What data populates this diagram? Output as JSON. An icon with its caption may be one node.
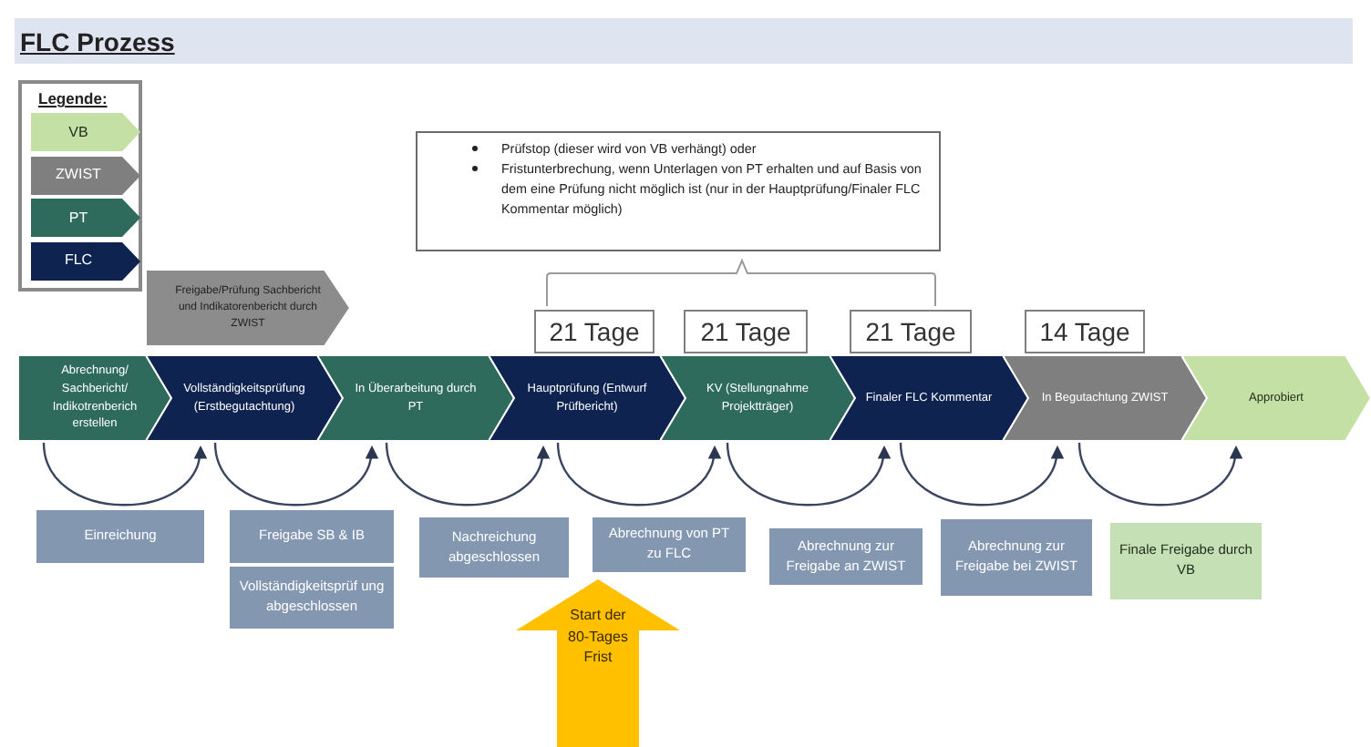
{
  "diagram": {
    "title": "FLC Prozess",
    "nodes": [
      {
        "text": [
          "Abrechnung/ Sachbericht/ Indikotrenberich erstellen"
        ]
      },
      {
        "text": [
          "Vollständigkeitsprüfung (Erstbegutachtung)"
        ]
      },
      {
        "text": [
          "In Überarbeitung durch PT"
        ]
      },
      {
        "text": [
          "Hauptprüfung (Entwurf Prüfbericht)"
        ]
      },
      {
        "text": [
          "KV (Stellungnahme Projektträger)"
        ]
      },
      {
        "text": [
          "Finaler FLC Kommentar"
        ]
      },
      {
        "text": [
          "In Begutachtung ZWIST"
        ]
      },
      {
        "text": [
          "Approbiert"
        ]
      },
      {
        "text": [
          "Freigabe/Prüfung Sachbericht und Indikatorenbericht durch ZWIST"
        ]
      },
      {
        "text": [
          "Prüfstop (dieser wird von VB verhängt) oder",
          "Fristunterbrechung, wenn Unterlagen von PT erhalten und auf Basis von dem eine Prüfung nicht möglich ist (nur in der Hauptprüfung/Finaler FLC Kommentar möglich)"
        ]
      },
      {
        "text": [
          "21 Tage"
        ]
      },
      {
        "text": [
          "21 Tage"
        ]
      },
      {
        "text": [
          "21 Tage"
        ]
      },
      {
        "text": [
          "14 Tage"
        ]
      },
      {
        "text": [
          "Einreichung"
        ]
      },
      {
        "text": [
          "Freigabe SB & IB"
        ]
      },
      {
        "text": [
          "Vollständigkeitsprüf ung abgeschlossen"
        ]
      },
      {
        "text": [
          "Nachreichung abgeschlossen"
        ]
      },
      {
        "text": [
          "Abrechnung von PT zu FLC"
        ]
      },
      {
        "text": [
          "Abrechnung zur Freigabe an ZWIST"
        ]
      },
      {
        "text": [
          "Abrechnung zur Freigabe bei ZWIST"
        ]
      },
      {
        "text": [
          "Finale Freigabe durch VB"
        ]
      },
      {
        "text": [
          "Start der 80-Tages Frist"
        ]
      }
    ],
    "edges": [
      {
        "from": 0,
        "to": 1,
        "arrow": "to"
      },
      {
        "from": 1,
        "to": 2,
        "arrow": "to"
      },
      {
        "from": 2,
        "to": 3,
        "arrow": "to"
      },
      {
        "from": 3,
        "to": 4,
        "arrow": "to"
      },
      {
        "from": 4,
        "to": 5,
        "arrow": "to"
      },
      {
        "from": 5,
        "to": 6,
        "arrow": "to"
      },
      {
        "from": 6,
        "to": 7,
        "arrow": "to"
      }
    ],
    "labels": [
      "Legende:"
    ],
    "legend": [
      {
        "text": "VB",
        "color": "#c5e0a5"
      },
      {
        "text": "ZWIST",
        "color": "#7f7f7f"
      },
      {
        "text": "PT",
        "color": "#2e6b5c"
      },
      {
        "text": "FLC",
        "color": "#0f2350"
      }
    ]
  }
}
